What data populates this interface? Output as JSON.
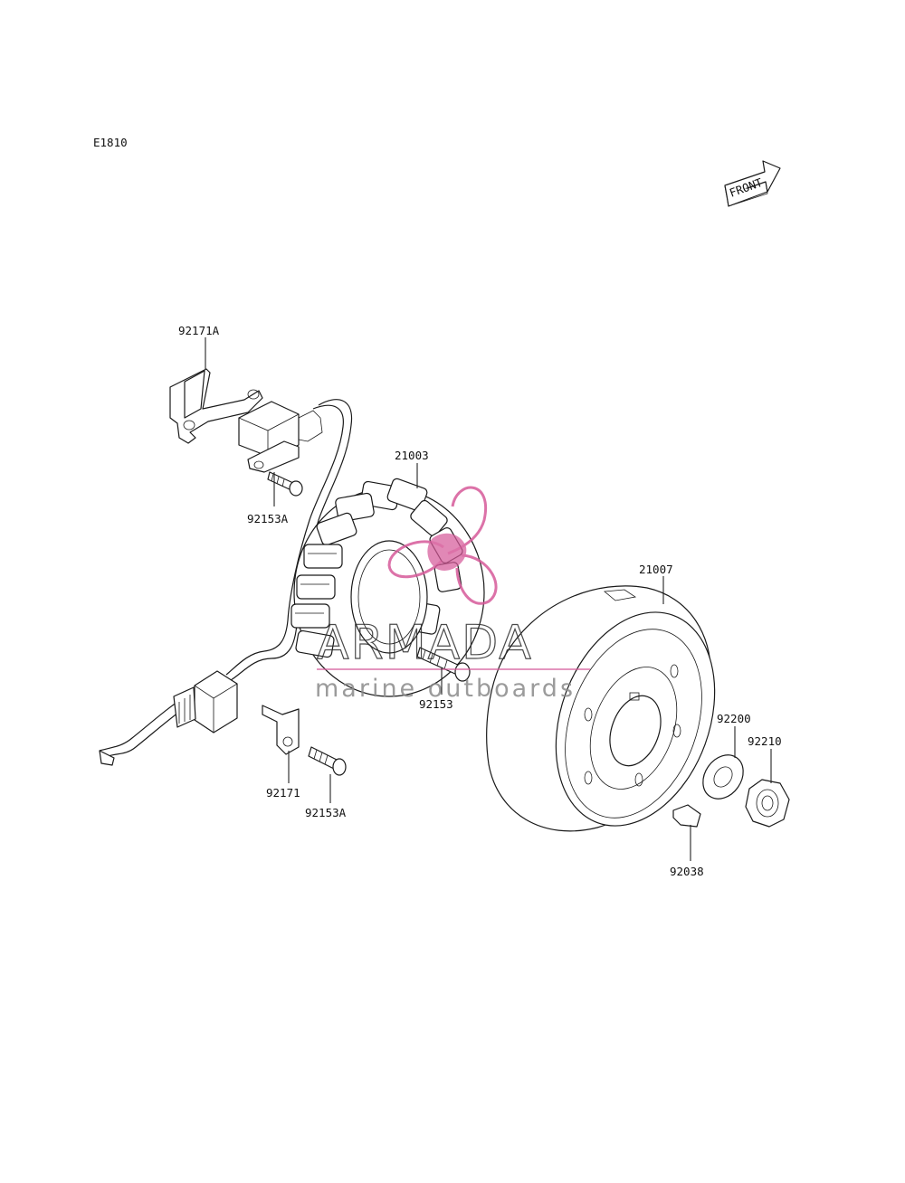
{
  "diagram_code": "E1810",
  "front_arrow_label": "FRONT",
  "parts": {
    "p92171A": "92171A",
    "p92153A_top": "92153A",
    "p21003": "21003",
    "p21007": "21007",
    "p92153": "92153",
    "p92171": "92171",
    "p92153A_bottom": "92153A",
    "p92200": "92200",
    "p92210": "92210",
    "p92038": "92038"
  },
  "watermark": {
    "brand": "ARMADA",
    "tagline": "marine outboards",
    "color": "#d65a9a"
  }
}
